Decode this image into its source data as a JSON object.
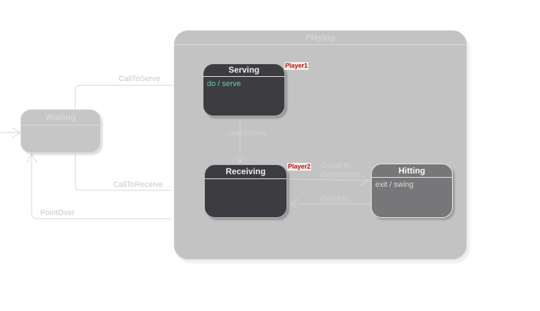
{
  "diagram_type": "uml-state-machine",
  "composite": {
    "name": "Playing"
  },
  "states": {
    "waiting": {
      "name": "Waiting",
      "action": ""
    },
    "serving": {
      "name": "Serving",
      "action": "do / serve"
    },
    "receiving": {
      "name": "Receiving",
      "action": ""
    },
    "hitting": {
      "name": "Hitting",
      "action": "exit / swing"
    }
  },
  "transitions": {
    "call_to_serve": {
      "label": "CallToServe"
    },
    "call_to_receive": {
      "label": "CallToReceive"
    },
    "point_over": {
      "label": "PointOver"
    },
    "good_serve": {
      "label": "GoodServe"
    },
    "receiving_to_hitting": {
      "label_line1": "GoodHit,",
      "label_line2": "GoodServe"
    },
    "hitting_to_receiving": {
      "label": "GoodHit"
    }
  },
  "annotations": {
    "player1": "Player1",
    "player2": "Player2"
  },
  "colors": {
    "composite_fill": "#c3c3c3",
    "state_dark_fill": "#3c3c41",
    "state_medium_fill": "#777779",
    "state_light_fill": "#c6c6c6",
    "action_green": "#5fd59d",
    "annotation_red": "#cc0000",
    "connector_line": "#d6d6d6",
    "canvas_background": "#ffffff"
  }
}
